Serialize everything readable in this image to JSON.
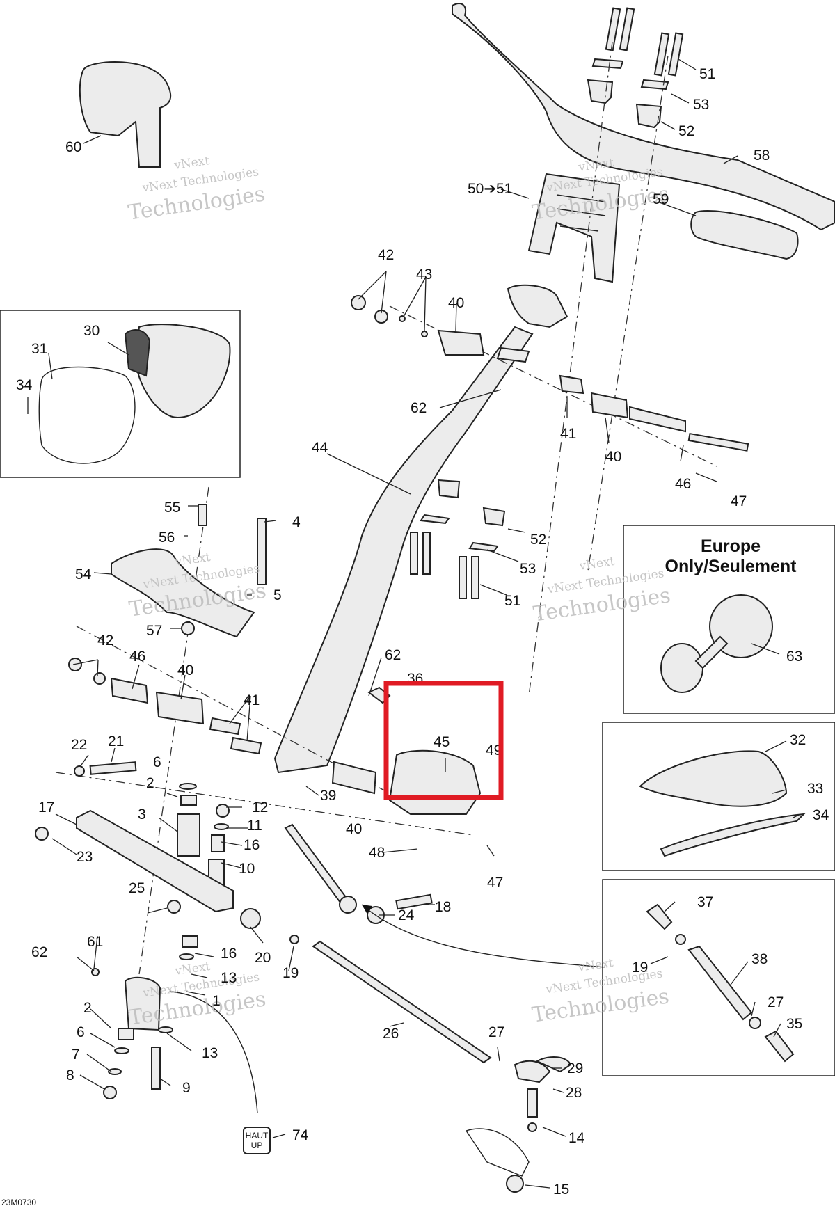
{
  "diagram": {
    "drawing_ref": "23M0730",
    "highlight_color": "#e01b24",
    "inset_europe": {
      "line1": "Europe",
      "line2": "Only/Seulement"
    },
    "watermark": {
      "line1": "vNext",
      "line2": "vNext Technologies",
      "line3": "Technologies"
    },
    "callouts": {
      "c51a": "51",
      "c53a": "53",
      "c52a": "52",
      "c58": "58",
      "c5051": "50➔51",
      "c59": "59",
      "c60": "60",
      "c42a": "42",
      "c43": "43",
      "c40a": "40",
      "c62a": "62",
      "c41a": "41",
      "c40b": "40",
      "c46a": "46",
      "c47a": "47",
      "c44": "44",
      "c52b": "52",
      "c53b": "53",
      "c51b": "51",
      "c30": "30",
      "c31": "31",
      "c34a": "34",
      "c55": "55",
      "c4": "4",
      "c56": "56",
      "c54": "54",
      "c5": "5",
      "c57": "57",
      "c42b": "42",
      "c46b": "46",
      "c40c": "40",
      "c41b": "41",
      "c62b": "62",
      "c36": "36",
      "c45": "45",
      "c49": "49",
      "c22": "22",
      "c21": "21",
      "c6a": "6",
      "c2a": "2",
      "c12": "12",
      "c17": "17",
      "c3": "3",
      "c11": "11",
      "c39": "39",
      "c16a": "16",
      "c23": "23",
      "c10": "10",
      "c40d": "40",
      "c48": "48",
      "c47b": "47",
      "c25": "25",
      "c24": "24",
      "c18": "18",
      "c16b": "16",
      "c62c": "62",
      "c61": "61",
      "c20": "20",
      "c19a": "19",
      "c13a": "13",
      "c1": "1",
      "c2b": "2",
      "c6b": "6",
      "c13b": "13",
      "c7": "7",
      "c8": "8",
      "c9": "9",
      "c26": "26",
      "c27a": "27",
      "c29": "29",
      "c28": "28",
      "c14": "14",
      "c15": "15",
      "c74": "74",
      "c63": "63",
      "c32": "32",
      "c33": "33",
      "c34b": "34",
      "c37": "37",
      "c19b": "19",
      "c38": "38",
      "c27b": "27",
      "c35": "35"
    },
    "haut_up": {
      "line1": "HAUT",
      "line2": "UP"
    }
  }
}
